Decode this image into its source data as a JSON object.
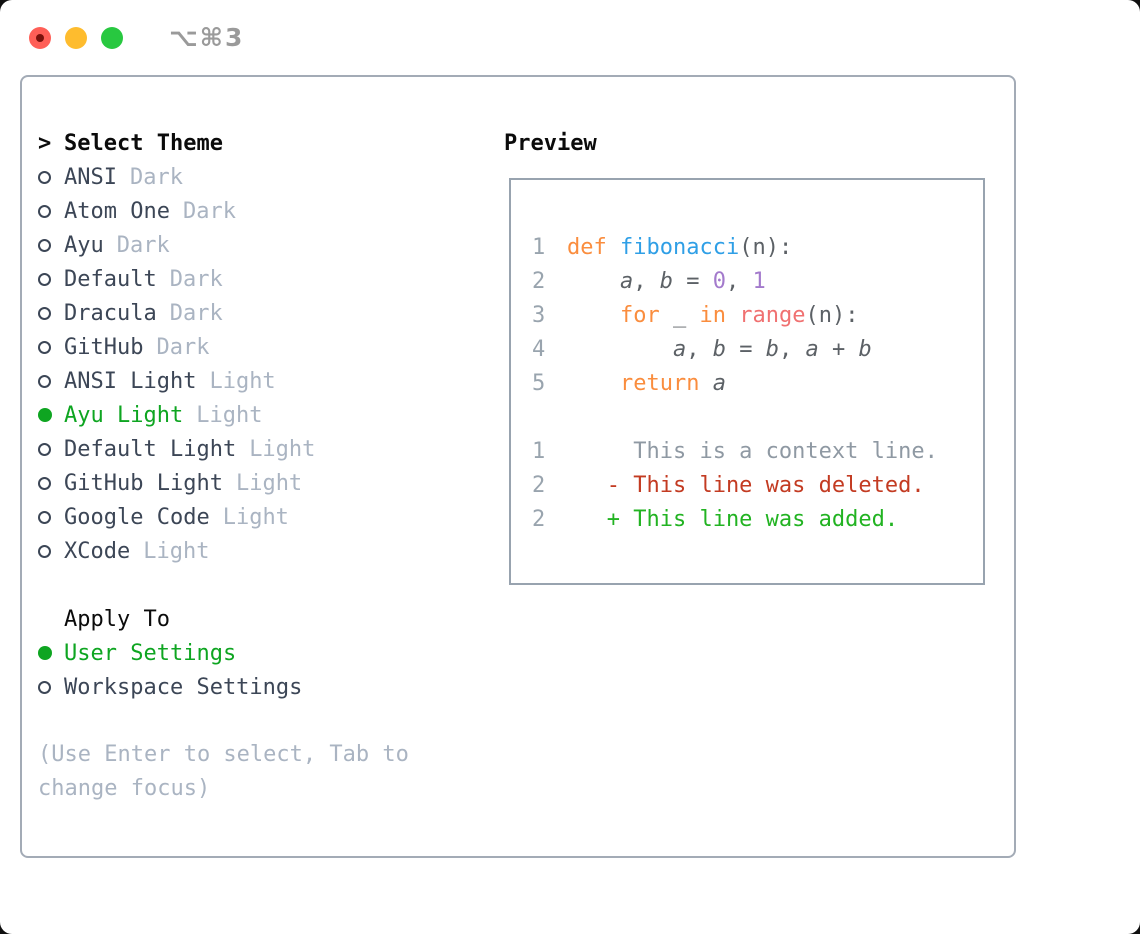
{
  "titlebar": {
    "shortcut": "⌥⌘3",
    "buttons": [
      {
        "icon": "close-icon"
      },
      {
        "icon": "minimize-icon"
      },
      {
        "icon": "zoom-icon"
      }
    ]
  },
  "theme_list": {
    "cursor": ">",
    "header": "Select Theme",
    "items": [
      {
        "name": "ANSI",
        "variant": "Dark",
        "selected": false
      },
      {
        "name": "Atom One",
        "variant": "Dark",
        "selected": false
      },
      {
        "name": "Ayu",
        "variant": "Dark",
        "selected": false
      },
      {
        "name": "Default",
        "variant": "Dark",
        "selected": false
      },
      {
        "name": "Dracula",
        "variant": "Dark",
        "selected": false
      },
      {
        "name": "GitHub",
        "variant": "Dark",
        "selected": false
      },
      {
        "name": "ANSI Light",
        "variant": "Light",
        "selected": false
      },
      {
        "name": "Ayu Light",
        "variant": "Light",
        "selected": true
      },
      {
        "name": "Default Light",
        "variant": "Light",
        "selected": false
      },
      {
        "name": "GitHub Light",
        "variant": "Light",
        "selected": false
      },
      {
        "name": "Google Code",
        "variant": "Light",
        "selected": false
      },
      {
        "name": "XCode",
        "variant": "Light",
        "selected": false
      }
    ]
  },
  "apply_to": {
    "header": "Apply To",
    "options": [
      {
        "label": "User Settings",
        "selected": true
      },
      {
        "label": "Workspace Settings",
        "selected": false
      }
    ]
  },
  "hint": "(Use Enter to select, Tab to change focus)",
  "preview": {
    "label": "Preview",
    "code_lines": [
      {
        "num": "1",
        "tokens": [
          [
            "kw",
            "def"
          ],
          [
            "pl",
            " "
          ],
          [
            "fn",
            "fibonacci"
          ],
          [
            "pl",
            "(n):"
          ]
        ]
      },
      {
        "num": "2",
        "tokens": [
          [
            "pl",
            "    "
          ],
          [
            "var",
            "a"
          ],
          [
            "pl",
            ", "
          ],
          [
            "var",
            "b"
          ],
          [
            "pl",
            " = "
          ],
          [
            "lit",
            "0"
          ],
          [
            "pl",
            ", "
          ],
          [
            "lit",
            "1"
          ]
        ]
      },
      {
        "num": "3",
        "tokens": [
          [
            "pl",
            "    "
          ],
          [
            "kw",
            "for"
          ],
          [
            "pl",
            " _ "
          ],
          [
            "kw",
            "in"
          ],
          [
            "pl",
            " "
          ],
          [
            "call",
            "range"
          ],
          [
            "pl",
            "(n):"
          ]
        ]
      },
      {
        "num": "4",
        "tokens": [
          [
            "pl",
            "        "
          ],
          [
            "var",
            "a"
          ],
          [
            "pl",
            ", "
          ],
          [
            "var",
            "b"
          ],
          [
            "pl",
            " = "
          ],
          [
            "var",
            "b"
          ],
          [
            "pl",
            ", "
          ],
          [
            "var",
            "a"
          ],
          [
            "pl",
            " + "
          ],
          [
            "var",
            "b"
          ]
        ]
      },
      {
        "num": "5",
        "tokens": [
          [
            "pl",
            "    "
          ],
          [
            "kw",
            "return"
          ],
          [
            "pl",
            " "
          ],
          [
            "var",
            "a"
          ]
        ]
      }
    ],
    "diff_lines": [
      {
        "num": "1",
        "kind": "context",
        "text": "     This is a context line."
      },
      {
        "num": "2",
        "kind": "deleted",
        "text": "   - This line was deleted."
      },
      {
        "num": "2",
        "kind": "added",
        "text": "   + This line was added."
      }
    ]
  },
  "icons": {
    "radio_unselected": "circle-outline",
    "radio_selected": "circle-filled"
  },
  "colors": {
    "accent_green": "#0ea521",
    "added_green": "#22b322",
    "deleted_red": "#c33b22",
    "keyword_orange": "#fa8d3e",
    "function_blue": "#2f9fe6",
    "number_purple": "#a37acc",
    "builtin_coral": "#f07171",
    "traffic_red": "#ff5f57",
    "traffic_yellow": "#febc2e",
    "traffic_green": "#28c840"
  }
}
